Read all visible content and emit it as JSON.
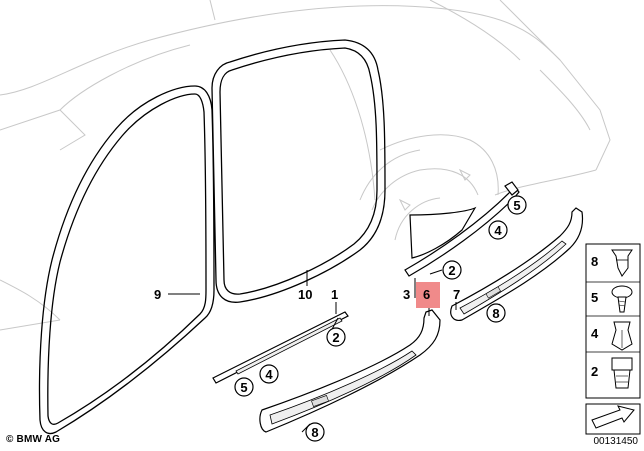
{
  "callouts": {
    "c9": "9",
    "c10": "10",
    "c1": "1",
    "c3": "3",
    "c6": "6",
    "c7": "7",
    "c2a": "2",
    "c2b": "2",
    "c4a": "4",
    "c4b": "4",
    "c5a": "5",
    "c5b": "5",
    "c8a": "8",
    "c8b": "8"
  },
  "legend": {
    "l8": "8",
    "l5": "5",
    "l4": "4",
    "l2": "2"
  },
  "footer": {
    "left": "© BMW AG",
    "right": "00131450"
  },
  "highlight_color": "#f08a8a"
}
